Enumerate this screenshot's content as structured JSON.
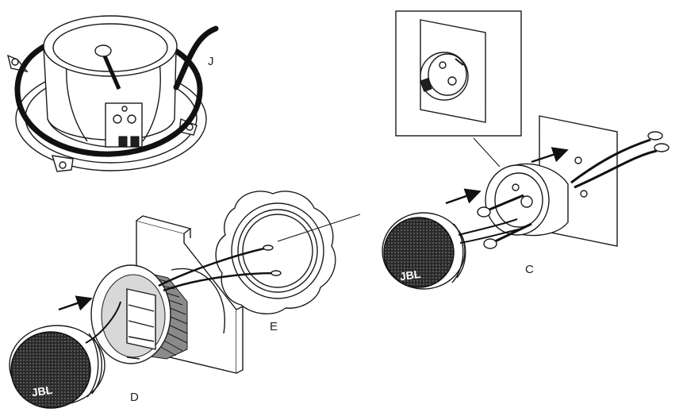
{
  "labels": {
    "j": "J",
    "e": "E",
    "d": "D",
    "c": "C",
    "grille_logo": "JBL"
  },
  "colors": {
    "ink": "#1a1a1a",
    "grille": "#2a2a2a",
    "background": "#ffffff"
  }
}
